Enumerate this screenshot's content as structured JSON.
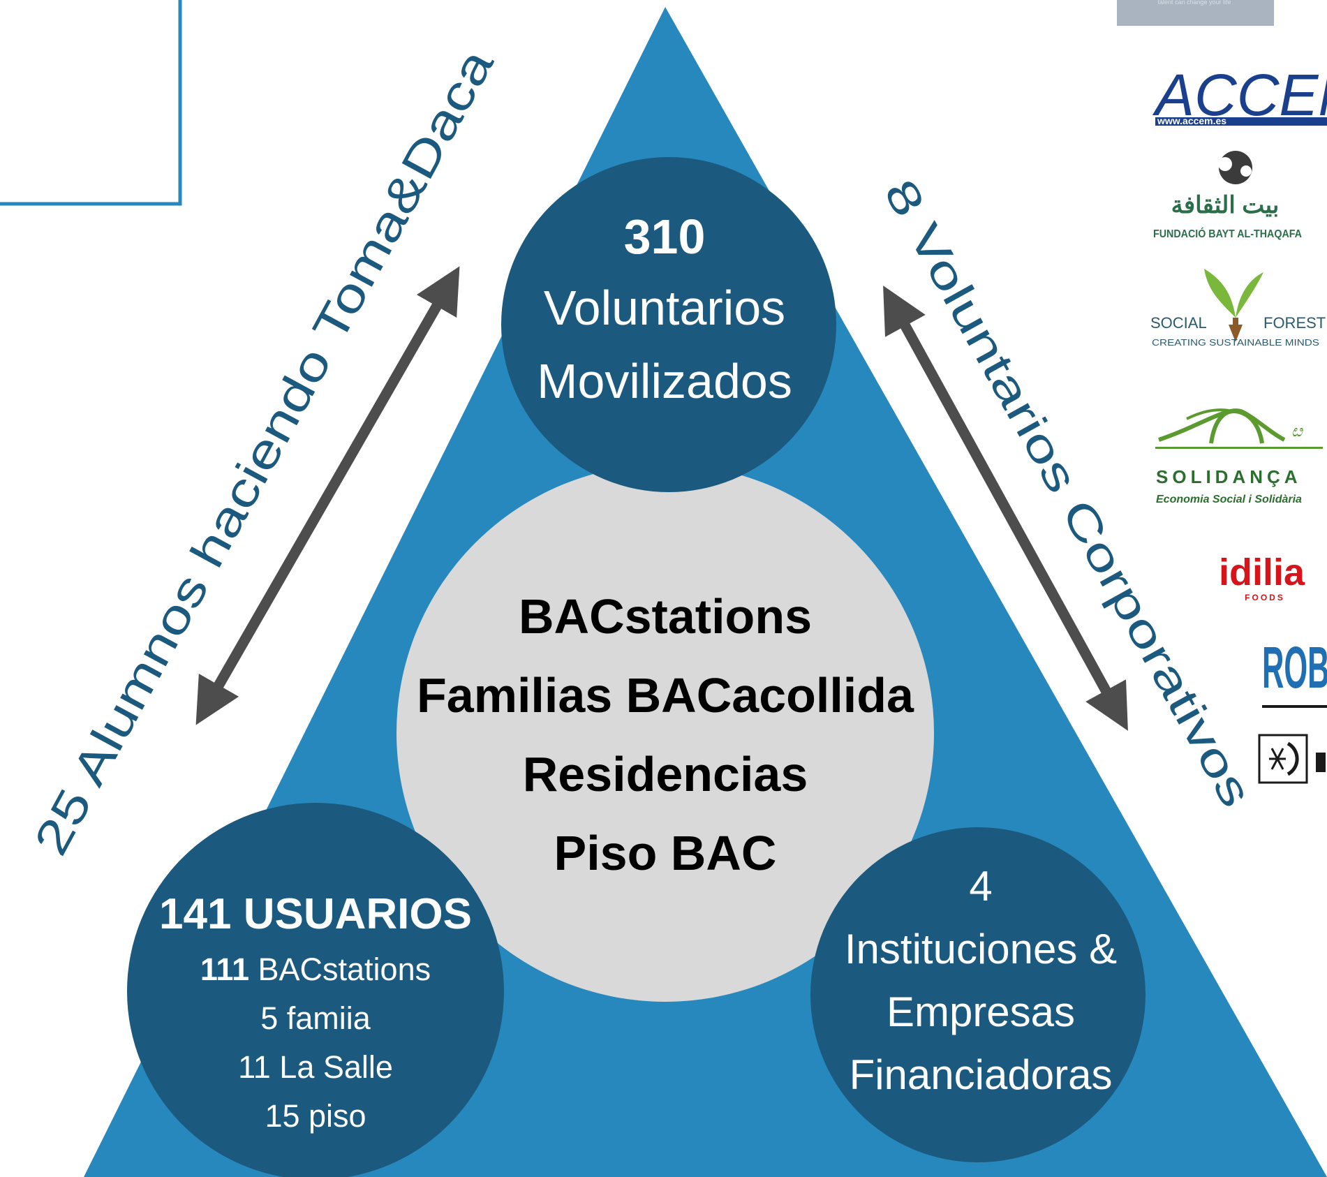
{
  "top_circle": {
    "number": "310",
    "line1": "Voluntarios",
    "line2": "Movilizados"
  },
  "center_circle": {
    "lines": [
      "BACstations",
      "Familias BACacollida",
      "Residencias",
      "Piso BAC"
    ]
  },
  "bottom_left_circle": {
    "title": "141 USUARIOS",
    "row1_number": "111",
    "row1_label": " BACstations",
    "row2": "5 famiia",
    "row3": "11 La Salle",
    "row4": "15 piso"
  },
  "bottom_right_circle": {
    "line1": "4",
    "line2": "Instituciones &",
    "line3": "Empresas",
    "line4": "Financiadoras"
  },
  "left_side_label": "25 Alumnos haciendo Toma&Daca",
  "right_side_label": "8 Voluntarios Corporativos",
  "logos": {
    "accem": {
      "name": "ACCEM",
      "url_text": "www.accem.es"
    },
    "bayt": {
      "arabic": "بيت الثقافة",
      "name": "FUNDACIÓ BAYT AL-THAQAFA"
    },
    "social_forest": {
      "left": "SOCIAL",
      "right": "FOREST",
      "tagline": "CREATING SUSTAINABLE MINDS"
    },
    "solidanca": {
      "name": "SOLIDANÇA",
      "tagline": "Economia Social i Solidària"
    },
    "idilia": {
      "name": "idilia",
      "sub": "FOODS"
    },
    "robin": {
      "name": "ROBIN"
    },
    "top_right_tagline": "talent can change your life"
  },
  "colors": {
    "triangle": "#2788bd",
    "circle_dark": "#1b5a7e",
    "center_circle": "#d9d9d9",
    "arrow": "#4d4d4d",
    "side_text": "#1b5a7e"
  }
}
